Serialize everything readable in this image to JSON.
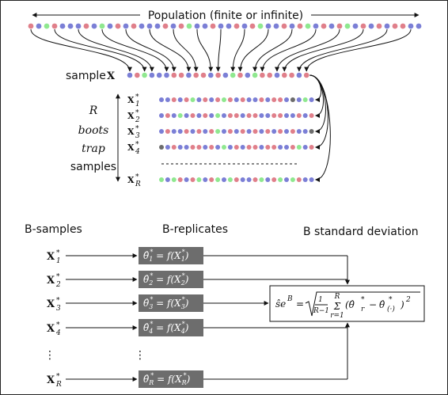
{
  "colors": {
    "blue": "#7b7fd6",
    "red": "#e07f8a",
    "green": "#8fe88f",
    "gray": "#6c6c6c",
    "box": "#6d6d6d"
  },
  "population": {
    "label": "Population (finite or infinite)",
    "dots": [
      "red",
      "blue",
      "green",
      "red",
      "blue",
      "blue",
      "blue",
      "red",
      "blue",
      "green",
      "blue",
      "red",
      "blue",
      "red",
      "blue",
      "blue",
      "blue",
      "red",
      "blue",
      "red",
      "green",
      "blue",
      "blue",
      "red",
      "blue",
      "blue",
      "red",
      "blue",
      "red",
      "green",
      "blue",
      "blue",
      "red",
      "blue",
      "red",
      "green",
      "blue",
      "red",
      "blue",
      "red",
      "green",
      "blue",
      "red",
      "blue",
      "red",
      "blue",
      "red",
      "red",
      "blue",
      "blue"
    ]
  },
  "sample": {
    "label": "sample",
    "var": "X",
    "dots": [
      "blue",
      "red",
      "green",
      "blue",
      "blue",
      "blue",
      "red",
      "red",
      "blue",
      "red",
      "red",
      "blue",
      "red",
      "blue",
      "green",
      "red",
      "blue",
      "green",
      "red",
      "red",
      "blue",
      "red",
      "red",
      "blue",
      "red"
    ]
  },
  "bootstrap": {
    "label_lines": [
      "R",
      "boots",
      "trap",
      "samples"
    ],
    "rows": [
      {
        "var": "X",
        "sup": "*",
        "sub": "1",
        "dots": [
          "blue",
          "blue",
          "red",
          "blue",
          "red",
          "green",
          "blue",
          "red",
          "blue",
          "red",
          "green",
          "red",
          "blue",
          "red",
          "blue",
          "blue",
          "red",
          "blue",
          "red",
          "red",
          "blue",
          "gray",
          "blue",
          "green",
          "blue"
        ]
      },
      {
        "var": "X",
        "sup": "*",
        "sub": "2",
        "dots": [
          "blue",
          "red",
          "blue",
          "green",
          "blue",
          "red",
          "blue",
          "red",
          "blue",
          "green",
          "blue",
          "red",
          "red",
          "blue",
          "red",
          "red",
          "blue",
          "blue",
          "red",
          "red",
          "blue",
          "blue",
          "red",
          "blue",
          "red"
        ]
      },
      {
        "var": "X",
        "sup": "*",
        "sub": "3",
        "dots": [
          "blue",
          "red",
          "blue",
          "blue",
          "red",
          "blue",
          "red",
          "blue",
          "red",
          "green",
          "blue",
          "red",
          "blue",
          "red",
          "blue",
          "red",
          "blue",
          "red",
          "blue",
          "red",
          "blue",
          "red",
          "blue",
          "blue",
          "gray"
        ]
      },
      {
        "var": "X",
        "sup": "*",
        "sub": "4",
        "dots": [
          "gray",
          "blue",
          "red",
          "blue",
          "blue",
          "red",
          "red",
          "blue",
          "red",
          "blue",
          "green",
          "blue",
          "red",
          "blue",
          "red",
          "red",
          "blue",
          "red",
          "red",
          "blue",
          "blue",
          "red",
          "green",
          "blue",
          "red"
        ]
      },
      {
        "var": "X",
        "sup": "*",
        "sub": "R",
        "dots": [
          "green",
          "blue",
          "green",
          "red",
          "blue",
          "red",
          "green",
          "blue",
          "red",
          "green",
          "blue",
          "green",
          "red",
          "blue",
          "blue",
          "red",
          "green",
          "blue",
          "red",
          "green",
          "blue",
          "green",
          "red",
          "blue",
          "blue"
        ]
      }
    ]
  },
  "headers": {
    "b_samples": "B-samples",
    "b_replicates": "B-replicates",
    "b_sd": "B standard deviation"
  },
  "replicates": [
    {
      "theta": "θ̂",
      "sub": "1",
      "sup": "*",
      "eq": "= f(X",
      "arg_sub": "1",
      "arg_sup": "*",
      "close": ")"
    },
    {
      "theta": "θ̂",
      "sub": "2",
      "sup": "*",
      "eq": "= f(X",
      "arg_sub": "2",
      "arg_sup": "*",
      "close": ")"
    },
    {
      "theta": "θ̂",
      "sub": "3",
      "sup": "*",
      "eq": "= f(X",
      "arg_sub": "3",
      "arg_sup": "*",
      "close": ")"
    },
    {
      "theta": "θ̂",
      "sub": "4",
      "sup": "*",
      "eq": "= f(X",
      "arg_sub": "4",
      "arg_sup": "*",
      "close": ")"
    },
    {
      "theta": "θ̂",
      "sub": "R",
      "sup": "*",
      "eq": "= f(X",
      "arg_sub": "R",
      "arg_sup": "*",
      "close": ")"
    }
  ],
  "ellipsis_v": "⋮",
  "formula": {
    "lhs": "ŝe",
    "lhs_sup": "B",
    "eq": "=",
    "frac_num": "1",
    "frac_den": "R−1",
    "sum_top": "R",
    "sum_sym": "Σ",
    "sum_bot": "r=1",
    "body": "(θ̂",
    "body_sub": "r",
    "body_sup": "*",
    "minus": "−",
    "body2": "θ̂",
    "body2_sub": "(·)",
    "body2_sup": "*",
    "close": ")",
    "power": "2"
  }
}
